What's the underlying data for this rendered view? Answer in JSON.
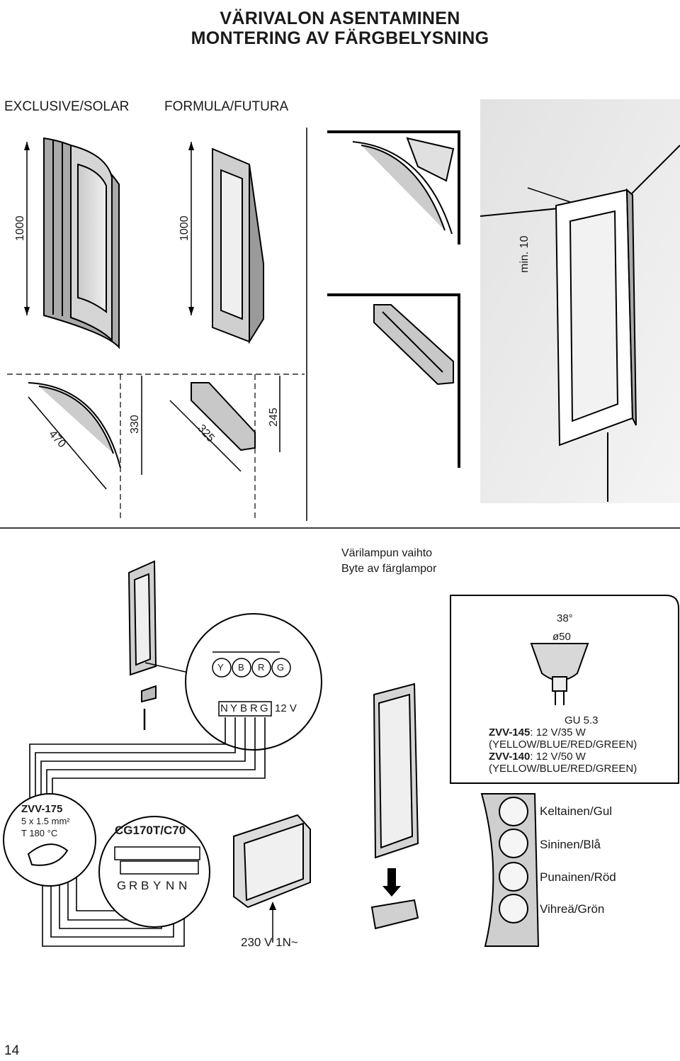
{
  "header": {
    "title_line1": "VÄRIVALON ASENTAMINEN",
    "title_line2": "MONTERING AV FÄRGBELYSNING"
  },
  "models": {
    "left": "EXCLUSIVE/SOLAR",
    "right": "FORMULA/FUTURA"
  },
  "dimensions": {
    "height_left": "1000",
    "height_right": "1000",
    "min_gap": "min. 10",
    "arc_length": "470",
    "arc_depth": "330",
    "flat_length": "325",
    "flat_depth": "245"
  },
  "lamp_change": {
    "line1": "Värilampun vaihto",
    "line2": "Byte av färglampor"
  },
  "connector": {
    "top_labels": [
      "Y",
      "B",
      "R",
      "G"
    ],
    "bottom_labels": [
      "N",
      "Y",
      "B",
      "R",
      "G"
    ],
    "voltage": "12 V"
  },
  "bulb": {
    "angle": "38°",
    "diameter": "ø50",
    "socket": "GU 5.3",
    "spec1_model": "ZVV-145",
    "spec1_value": ": 12 V/35 W",
    "spec1_colors": "(YELLOW/BLUE/RED/GREEN)",
    "spec2_model": "ZVV-140",
    "spec2_value": ": 12 V/50 W",
    "spec2_colors": "(YELLOW/BLUE/RED/GREEN)"
  },
  "cable": {
    "model": "ZVV-175",
    "size": "5 x 1.5 mm²",
    "temp": "T 180 °C"
  },
  "control": {
    "model": "CG170T/C70",
    "terminals": [
      "G",
      "R",
      "B",
      "Y",
      "N",
      "N"
    ],
    "supply": "230 V 1N~"
  },
  "colors": {
    "yellow": "Keltainen/Gul",
    "blue": "Sininen/Blå",
    "red": "Punainen/Röd",
    "green": "Vihreä/Grön"
  },
  "page_number": "14"
}
